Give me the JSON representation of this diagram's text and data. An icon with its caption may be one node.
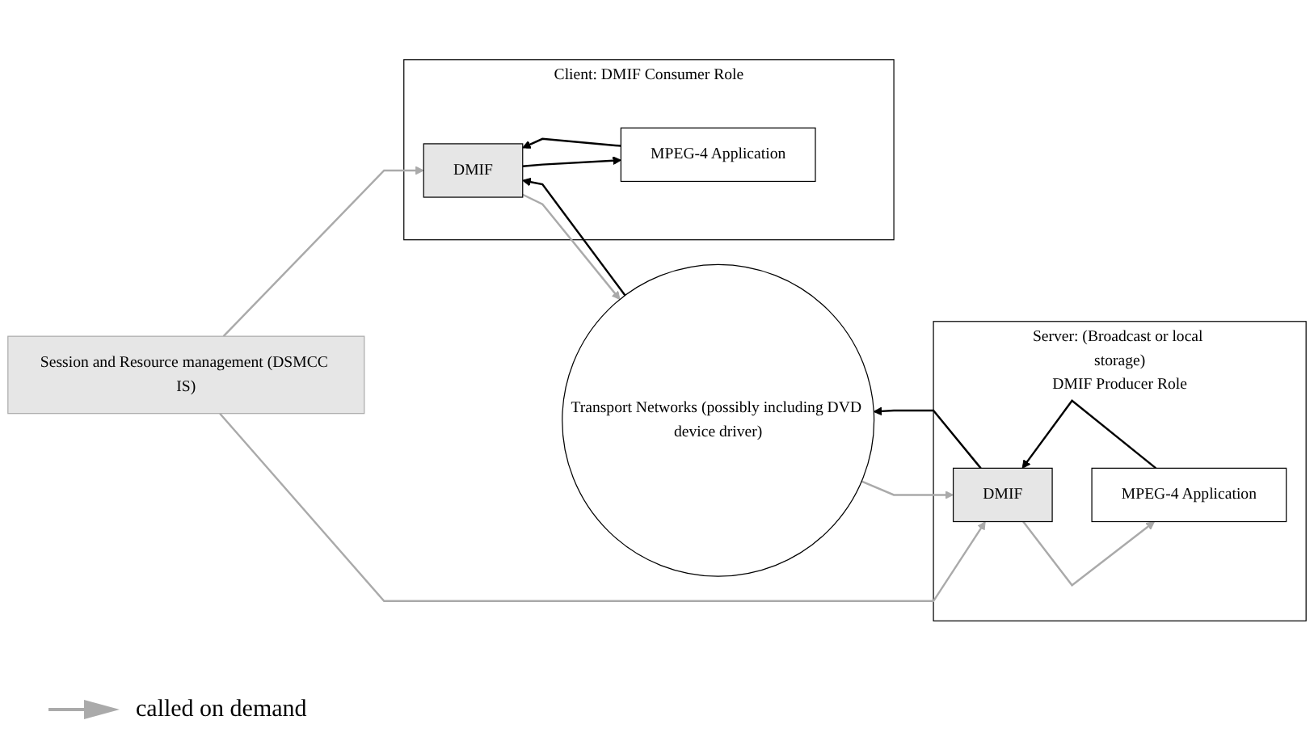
{
  "diagram": {
    "nodes": [
      {
        "text": [
          "Session and Resource management (DSMCC IS)"
        ]
      },
      {
        "text": [
          "Client: DMIF Consumer Role"
        ]
      },
      {
        "text": [
          "MPEG-4 Application"
        ],
        "in": 1
      },
      {
        "text": [
          "DMIF"
        ],
        "in": 1
      },
      {
        "text": [
          "Transport Networks (possibly including DVD device driver)"
        ]
      },
      {
        "text": [
          "Server: (Broadcast or local storage)",
          "DMIF Producer Role"
        ]
      },
      {
        "text": [
          "DMIF"
        ],
        "in": 5
      },
      {
        "text": [
          "MPEG-4 Application"
        ],
        "in": 5
      }
    ],
    "edges": [
      {
        "from": 0,
        "to": 3,
        "arrow": "to",
        "color": "#aaaaaa"
      },
      {
        "from": 0,
        "to": 6,
        "arrow": "to",
        "color": "#aaaaaa"
      },
      {
        "from": 3,
        "to": 2,
        "arrow": "to",
        "color": "#000000"
      },
      {
        "from": 2,
        "to": 3,
        "arrow": "to",
        "color": "#000000"
      },
      {
        "from": 4,
        "to": 3,
        "arrow": "to",
        "color": "#000000"
      },
      {
        "from": 3,
        "to": 4,
        "arrow": "to",
        "color": "#aaaaaa"
      },
      {
        "from": 6,
        "to": 4,
        "arrow": "to",
        "color": "#000000"
      },
      {
        "from": 4,
        "to": 6,
        "arrow": "to",
        "color": "#aaaaaa"
      },
      {
        "from": 7,
        "to": 6,
        "arrow": "to",
        "color": "#000000"
      },
      {
        "from": 6,
        "to": 7,
        "arrow": "to",
        "color": "#aaaaaa"
      }
    ],
    "legend": [
      {
        "text": "called on demand"
      }
    ]
  }
}
